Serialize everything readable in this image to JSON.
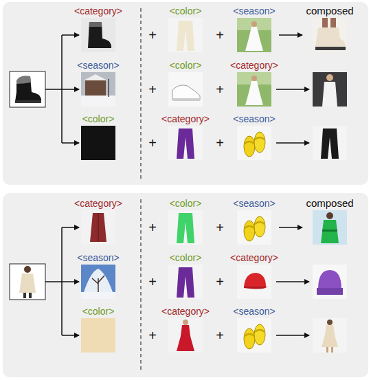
{
  "diagram": {
    "nodes": [
      {
        "text": [
          "<category>"
        ]
      },
      {
        "text": [
          "<color>"
        ]
      },
      {
        "text": [
          "<season>"
        ]
      },
      {
        "text": [
          "composed"
        ]
      },
      {
        "text": [
          "<season>"
        ]
      },
      {
        "text": [
          "<color>"
        ]
      },
      {
        "text": [
          "<category>"
        ]
      },
      {
        "text": [
          "<color>"
        ]
      },
      {
        "text": [
          "<category>"
        ]
      },
      {
        "text": [
          "<season>"
        ]
      },
      {
        "text": [
          "<category>"
        ]
      },
      {
        "text": [
          "<color>"
        ]
      },
      {
        "text": [
          "<season>"
        ]
      },
      {
        "text": [
          "composed"
        ]
      },
      {
        "text": [
          "<season>"
        ]
      },
      {
        "text": [
          "<color>"
        ]
      },
      {
        "text": [
          "<category>"
        ]
      },
      {
        "text": [
          "<color>"
        ]
      },
      {
        "text": [
          "<category>"
        ]
      },
      {
        "text": [
          "<season>"
        ]
      }
    ],
    "edges": [
      {
        "from": 2,
        "to": 3,
        "arrow": "to"
      },
      {
        "from": 12,
        "to": 13,
        "arrow": "to"
      }
    ],
    "labels": [
      "+",
      "+",
      "+",
      "+",
      "+",
      "+",
      "+",
      "+",
      "+",
      "+",
      "+",
      "+"
    ]
  }
}
